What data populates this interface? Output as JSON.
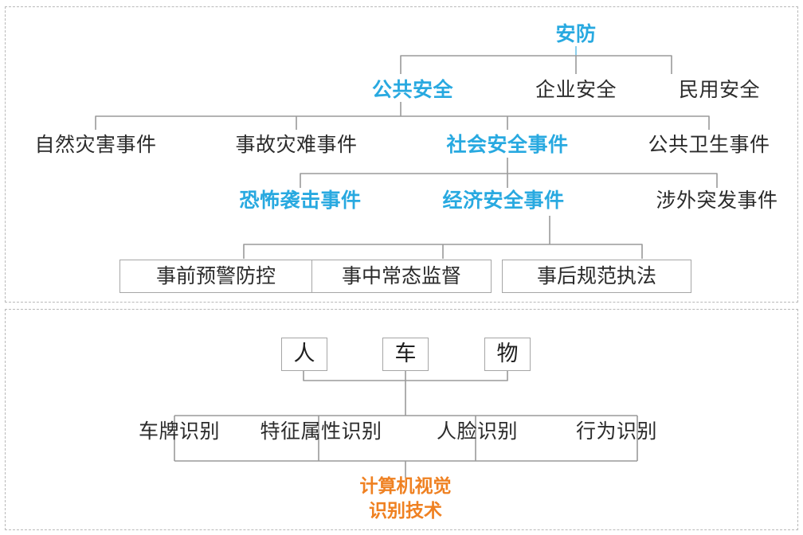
{
  "diagram": {
    "title_hidden": "",
    "colors": {
      "highlight_blue": "#28a9e0",
      "accent_orange": "#ef8122",
      "text_dark": "#2b2b2b",
      "connector_gray": "#9a9a9a",
      "panel_dash": "#b9b9b9",
      "box_border": "#a6a6a6"
    },
    "panels": [
      {
        "name": "security-taxonomy-panel"
      },
      {
        "name": "computer-vision-panel"
      }
    ]
  },
  "top_section": {
    "root": {
      "label": "安防",
      "highlighted": true
    },
    "level2": [
      {
        "label": "公共安全",
        "highlighted": true
      },
      {
        "label": "企业安全",
        "highlighted": false
      },
      {
        "label": "民用安全",
        "highlighted": false
      }
    ],
    "level3": [
      {
        "label": "自然灾害事件",
        "highlighted": false
      },
      {
        "label": "事故灾难事件",
        "highlighted": false
      },
      {
        "label": "社会安全事件",
        "highlighted": true
      },
      {
        "label": "公共卫生事件",
        "highlighted": false
      }
    ],
    "level4": [
      {
        "label": "恐怖袭击事件",
        "highlighted": true
      },
      {
        "label": "经济安全事件",
        "highlighted": true
      },
      {
        "label": "涉外突发事件",
        "highlighted": false
      }
    ],
    "level5_boxes": [
      {
        "label": "事前预警防控"
      },
      {
        "label": "事中常态监督"
      },
      {
        "label": "事后规范执法"
      }
    ]
  },
  "bottom_section": {
    "objects": [
      {
        "label": "人"
      },
      {
        "label": "车"
      },
      {
        "label": "物"
      }
    ],
    "capabilities": [
      {
        "label": "车牌识别"
      },
      {
        "label": "特征属性识别"
      },
      {
        "label": "人脸识别"
      },
      {
        "label": "行为识别"
      }
    ],
    "footer": {
      "line1": "计算机视觉",
      "line2": "识别技术"
    }
  }
}
